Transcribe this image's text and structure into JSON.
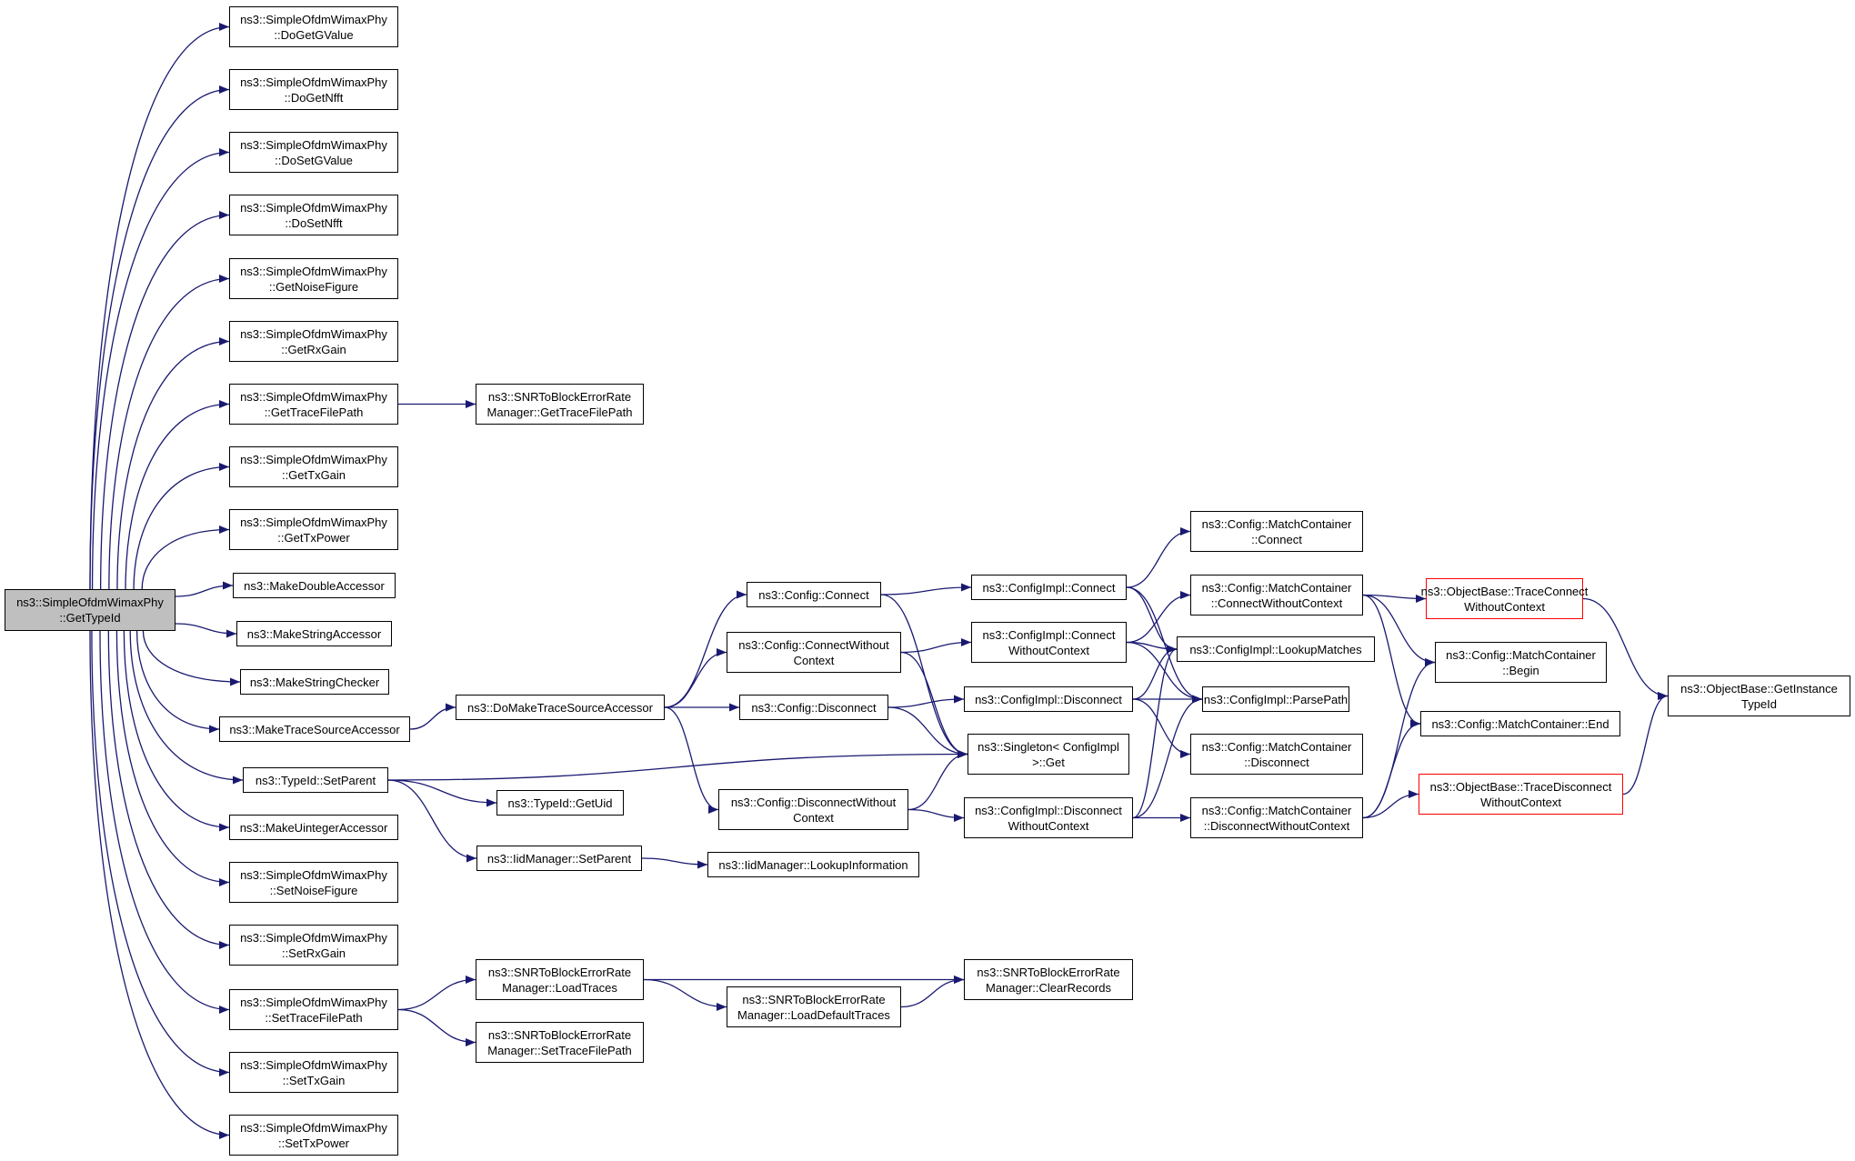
{
  "colors": {
    "edge": "#191970",
    "border": "#000000",
    "highlight_border": "#ff0000",
    "root_fill": "#bfbfbf"
  },
  "nodes": [
    {
      "label": [
        "ns3::SimpleOfdmWimaxPhy",
        "::GetTypeId"
      ]
    },
    {
      "label": [
        "ns3::SimpleOfdmWimaxPhy",
        "::DoGetGValue"
      ]
    },
    {
      "label": [
        "ns3::SimpleOfdmWimaxPhy",
        "::DoGetNfft"
      ]
    },
    {
      "label": [
        "ns3::SimpleOfdmWimaxPhy",
        "::DoSetGValue"
      ]
    },
    {
      "label": [
        "ns3::SimpleOfdmWimaxPhy",
        "::DoSetNfft"
      ]
    },
    {
      "label": [
        "ns3::SimpleOfdmWimaxPhy",
        "::GetNoiseFigure"
      ]
    },
    {
      "label": [
        "ns3::SimpleOfdmWimaxPhy",
        "::GetRxGain"
      ]
    },
    {
      "label": [
        "ns3::SimpleOfdmWimaxPhy",
        "::GetTraceFilePath"
      ]
    },
    {
      "label": [
        "ns3::SimpleOfdmWimaxPhy",
        "::GetTxGain"
      ]
    },
    {
      "label": [
        "ns3::SimpleOfdmWimaxPhy",
        "::GetTxPower"
      ]
    },
    {
      "label": [
        "ns3::MakeDoubleAccessor"
      ]
    },
    {
      "label": [
        "ns3::MakeStringAccessor"
      ]
    },
    {
      "label": [
        "ns3::MakeStringChecker"
      ]
    },
    {
      "label": [
        "ns3::MakeTraceSourceAccessor"
      ]
    },
    {
      "label": [
        "ns3::TypeId::SetParent"
      ]
    },
    {
      "label": [
        "ns3::MakeUintegerAccessor"
      ]
    },
    {
      "label": [
        "ns3::SimpleOfdmWimaxPhy",
        "::SetNoiseFigure"
      ]
    },
    {
      "label": [
        "ns3::SimpleOfdmWimaxPhy",
        "::SetRxGain"
      ]
    },
    {
      "label": [
        "ns3::SimpleOfdmWimaxPhy",
        "::SetTraceFilePath"
      ]
    },
    {
      "label": [
        "ns3::SimpleOfdmWimaxPhy",
        "::SetTxGain"
      ]
    },
    {
      "label": [
        "ns3::SimpleOfdmWimaxPhy",
        "::SetTxPower"
      ]
    },
    {
      "label": [
        "ns3::SNRToBlockErrorRate",
        "Manager::GetTraceFilePath"
      ]
    },
    {
      "label": [
        "ns3::DoMakeTraceSourceAccessor"
      ]
    },
    {
      "label": [
        "ns3::TypeId::GetUid"
      ]
    },
    {
      "label": [
        "ns3::IidManager::SetParent"
      ]
    },
    {
      "label": [
        "ns3::SNRToBlockErrorRate",
        "Manager::LoadTraces"
      ]
    },
    {
      "label": [
        "ns3::SNRToBlockErrorRate",
        "Manager::SetTraceFilePath"
      ]
    },
    {
      "label": [
        "ns3::Config::Connect"
      ]
    },
    {
      "label": [
        "ns3::Config::ConnectWithout",
        "Context"
      ]
    },
    {
      "label": [
        "ns3::Config::Disconnect"
      ]
    },
    {
      "label": [
        "ns3::Config::DisconnectWithout",
        "Context"
      ]
    },
    {
      "label": [
        "ns3::IidManager::LookupInformation"
      ]
    },
    {
      "label": [
        "ns3::SNRToBlockErrorRate",
        "Manager::LoadDefaultTraces"
      ]
    },
    {
      "label": [
        "ns3::ConfigImpl::Connect"
      ]
    },
    {
      "label": [
        "ns3::ConfigImpl::Connect",
        "WithoutContext"
      ]
    },
    {
      "label": [
        "ns3::ConfigImpl::Disconnect"
      ]
    },
    {
      "label": [
        "ns3::Singleton< ConfigImpl",
        " >::Get"
      ]
    },
    {
      "label": [
        "ns3::ConfigImpl::Disconnect",
        "WithoutContext"
      ]
    },
    {
      "label": [
        "ns3::SNRToBlockErrorRate",
        "Manager::ClearRecords"
      ]
    },
    {
      "label": [
        "ns3::Config::MatchContainer",
        "::Connect"
      ]
    },
    {
      "label": [
        "ns3::Config::MatchContainer",
        "::ConnectWithoutContext"
      ]
    },
    {
      "label": [
        "ns3::ConfigImpl::LookupMatches"
      ]
    },
    {
      "label": [
        "ns3::ConfigImpl::ParsePath"
      ]
    },
    {
      "label": [
        "ns3::Config::MatchContainer",
        "::Disconnect"
      ]
    },
    {
      "label": [
        "ns3::Config::MatchContainer",
        "::DisconnectWithoutContext"
      ]
    },
    {
      "label": [
        "ns3::ObjectBase::TraceConnect",
        "WithoutContext"
      ]
    },
    {
      "label": [
        "ns3::Config::MatchContainer",
        "::Begin"
      ]
    },
    {
      "label": [
        "ns3::Config::MatchContainer::End"
      ]
    },
    {
      "label": [
        "ns3::ObjectBase::TraceDisconnect",
        "WithoutContext"
      ]
    },
    {
      "label": [
        "ns3::ObjectBase::GetInstance",
        "TypeId"
      ]
    }
  ],
  "edges": [
    [
      0,
      1
    ],
    [
      0,
      2
    ],
    [
      0,
      3
    ],
    [
      0,
      4
    ],
    [
      0,
      5
    ],
    [
      0,
      6
    ],
    [
      0,
      7
    ],
    [
      0,
      8
    ],
    [
      0,
      9
    ],
    [
      0,
      10
    ],
    [
      0,
      11
    ],
    [
      0,
      12
    ],
    [
      0,
      13
    ],
    [
      0,
      14
    ],
    [
      0,
      15
    ],
    [
      0,
      16
    ],
    [
      0,
      17
    ],
    [
      0,
      18
    ],
    [
      0,
      19
    ],
    [
      0,
      20
    ],
    [
      7,
      21
    ],
    [
      13,
      22
    ],
    [
      14,
      23
    ],
    [
      14,
      24
    ],
    [
      14,
      36
    ],
    [
      18,
      25
    ],
    [
      18,
      26
    ],
    [
      22,
      27
    ],
    [
      22,
      28
    ],
    [
      22,
      29
    ],
    [
      22,
      30
    ],
    [
      24,
      31
    ],
    [
      25,
      32
    ],
    [
      25,
      38
    ],
    [
      32,
      38
    ],
    [
      27,
      33
    ],
    [
      27,
      36
    ],
    [
      28,
      34
    ],
    [
      28,
      36
    ],
    [
      29,
      35
    ],
    [
      29,
      36
    ],
    [
      30,
      36
    ],
    [
      30,
      37
    ],
    [
      33,
      39
    ],
    [
      33,
      41
    ],
    [
      33,
      42
    ],
    [
      34,
      40
    ],
    [
      34,
      41
    ],
    [
      34,
      42
    ],
    [
      35,
      41
    ],
    [
      35,
      42
    ],
    [
      35,
      43
    ],
    [
      37,
      41
    ],
    [
      37,
      42
    ],
    [
      37,
      44
    ],
    [
      40,
      45
    ],
    [
      40,
      46
    ],
    [
      40,
      47
    ],
    [
      44,
      46
    ],
    [
      44,
      47
    ],
    [
      44,
      48
    ],
    [
      45,
      49
    ],
    [
      48,
      49
    ]
  ]
}
